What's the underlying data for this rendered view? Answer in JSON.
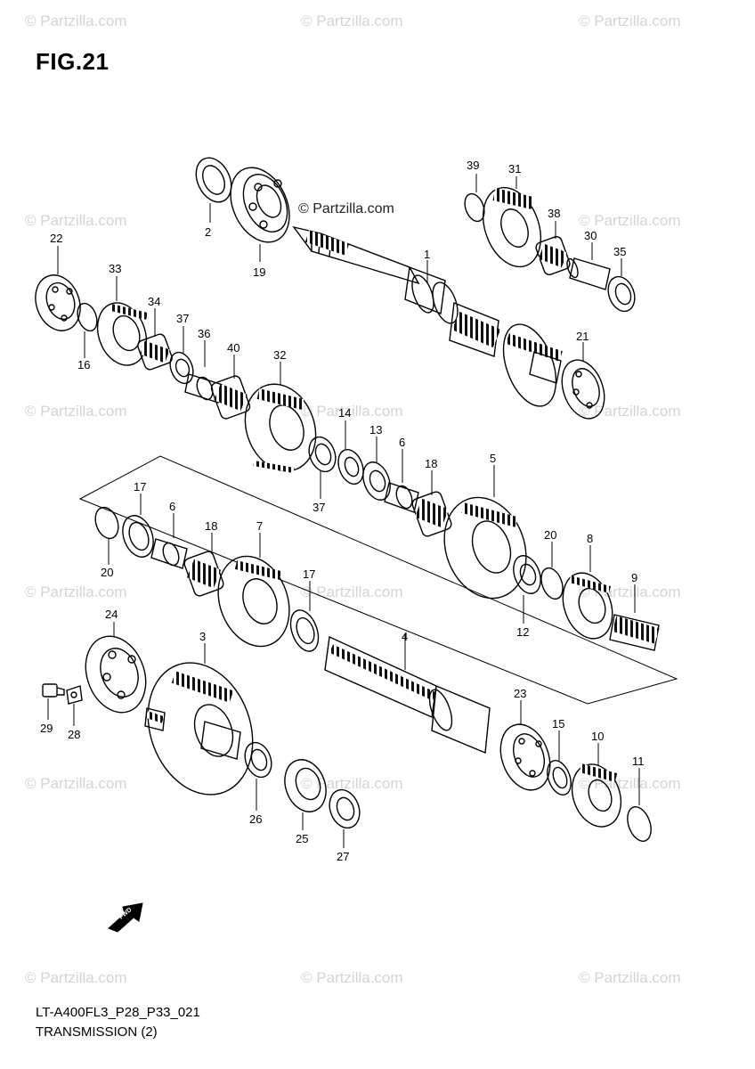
{
  "figure": {
    "title": "FIG.21",
    "code": "LT-A400FL3_P28_P33_021",
    "name": "TRANSMISSION (2)"
  },
  "watermark": {
    "text": "© Partzilla.com",
    "brand_text": "© Partzilla.com"
  },
  "direction_badge": "FWD",
  "callouts": {
    "n1": "1",
    "n2": "2",
    "n3": "3",
    "n4": "4",
    "n5": "5",
    "n6a": "6",
    "n6b": "6",
    "n7": "7",
    "n8": "8",
    "n9": "9",
    "n10": "10",
    "n11": "11",
    "n12": "12",
    "n13": "13",
    "n14": "14",
    "n15": "15",
    "n16": "16",
    "n17a": "17",
    "n17b": "17",
    "n18a": "18",
    "n18b": "18",
    "n19": "19",
    "n20a": "20",
    "n20b": "20",
    "n21": "21",
    "n22": "22",
    "n23": "23",
    "n24": "24",
    "n25": "25",
    "n26": "26",
    "n27": "27",
    "n28": "28",
    "n29": "29",
    "n30": "30",
    "n31": "31",
    "n32": "32",
    "n33": "33",
    "n34": "34",
    "n35": "35",
    "n36": "36",
    "n37a": "37",
    "n37b": "37",
    "n38": "38",
    "n39": "39",
    "n40": "40"
  }
}
